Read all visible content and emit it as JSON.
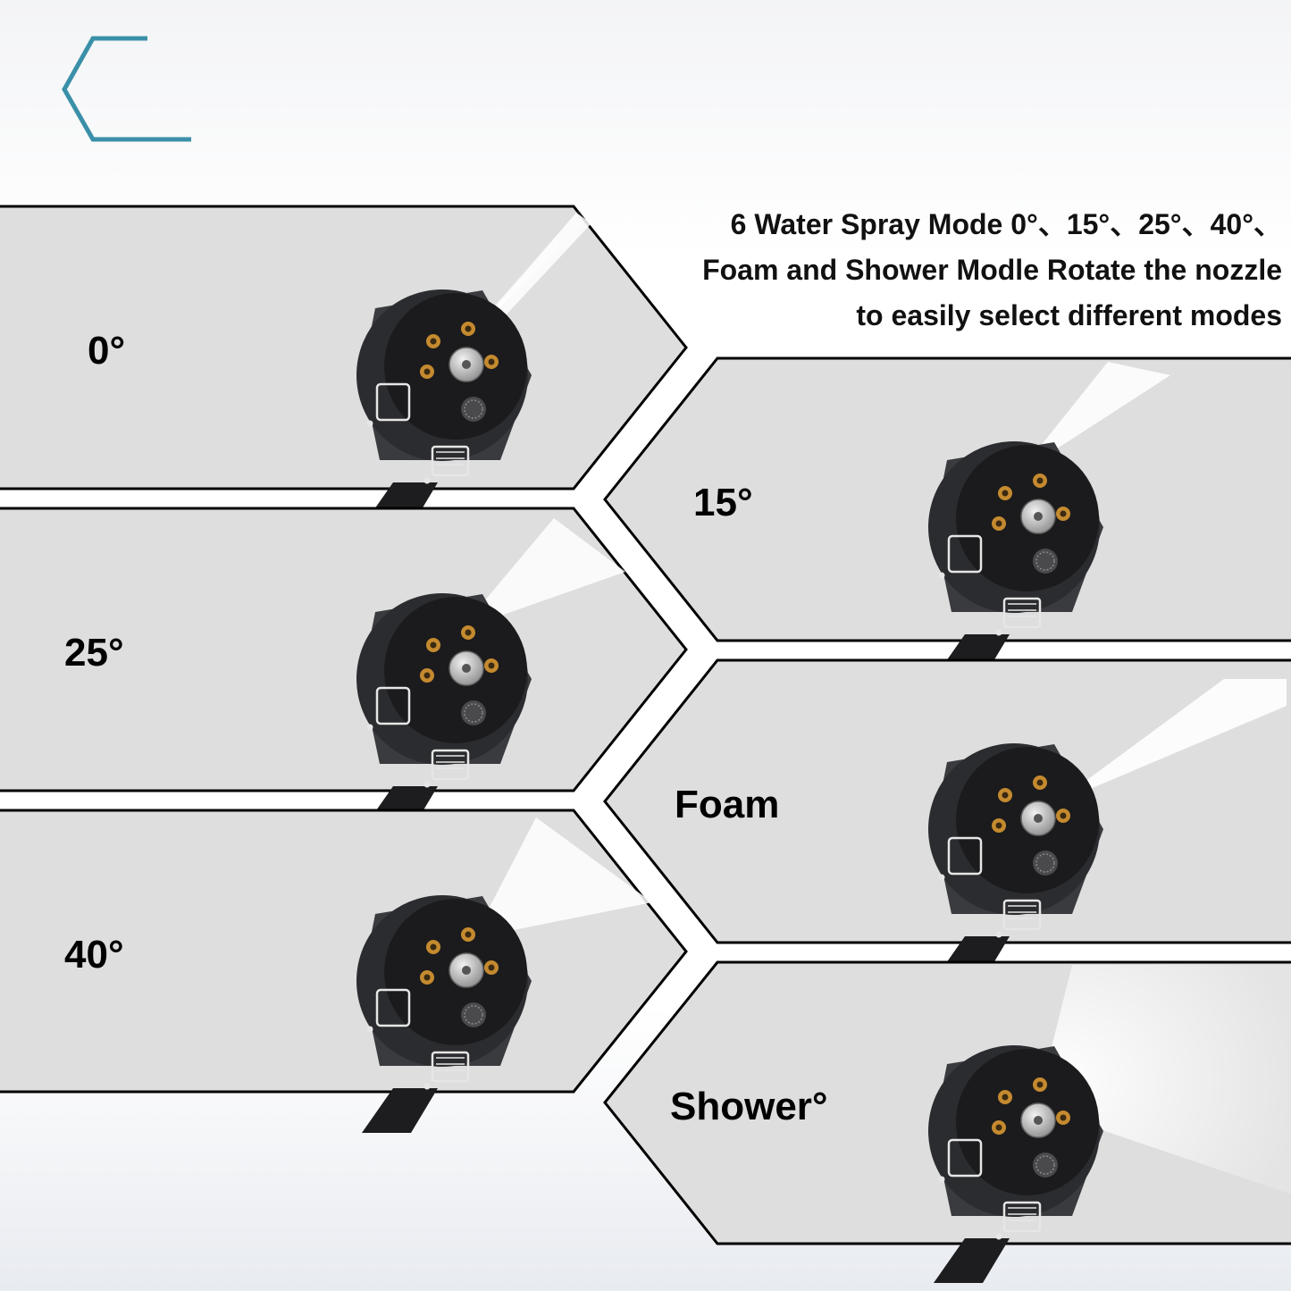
{
  "accent_color": "#3a90a8",
  "panel_color": "#dedede",
  "nozzle_body_color": "#2b2c2f",
  "headline": {
    "line1": "6 Water Spray Mode 0°、15°、25°、40°、",
    "line2": "Foam and Shower Modle Rotate the nozzle",
    "line3": "to easily select different modes"
  },
  "modes": [
    {
      "id": "0",
      "label": "0°"
    },
    {
      "id": "15",
      "label": "15°"
    },
    {
      "id": "25",
      "label": "25°"
    },
    {
      "id": "foam",
      "label": "Foam"
    },
    {
      "id": "40",
      "label": "40°"
    },
    {
      "id": "shower",
      "label": "Shower°"
    }
  ]
}
